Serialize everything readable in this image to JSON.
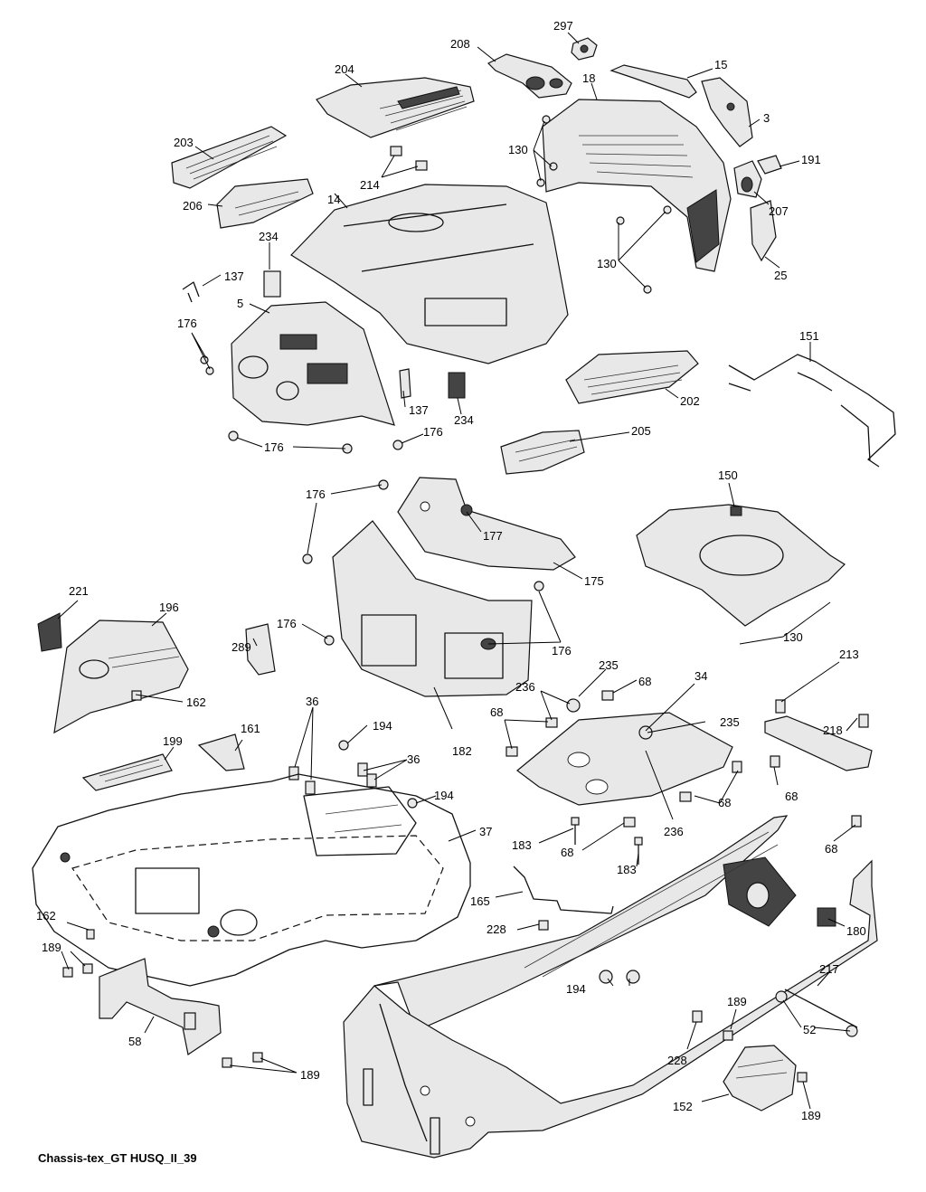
{
  "diagram": {
    "caption": "Chassis-tex_GT HUSQ_II_39"
  },
  "callouts": [
    {
      "id": "c297",
      "text": "297"
    },
    {
      "id": "c208",
      "text": "208"
    },
    {
      "id": "c204",
      "text": "204"
    },
    {
      "id": "c15",
      "text": "15"
    },
    {
      "id": "c18",
      "text": "18"
    },
    {
      "id": "c3",
      "text": "3"
    },
    {
      "id": "c203",
      "text": "203"
    },
    {
      "id": "c130a",
      "text": "130"
    },
    {
      "id": "c214",
      "text": "214"
    },
    {
      "id": "c191",
      "text": "191"
    },
    {
      "id": "c207",
      "text": "207"
    },
    {
      "id": "c14",
      "text": "14"
    },
    {
      "id": "c206",
      "text": "206"
    },
    {
      "id": "c234a",
      "text": "234"
    },
    {
      "id": "c130b",
      "text": "130"
    },
    {
      "id": "c25",
      "text": "25"
    },
    {
      "id": "c137a",
      "text": "137"
    },
    {
      "id": "c5",
      "text": "5"
    },
    {
      "id": "c151",
      "text": "151"
    },
    {
      "id": "c176a",
      "text": "176"
    },
    {
      "id": "c137b",
      "text": "137"
    },
    {
      "id": "c234b",
      "text": "234"
    },
    {
      "id": "c202",
      "text": "202"
    },
    {
      "id": "c176b",
      "text": "176"
    },
    {
      "id": "c176c",
      "text": "176"
    },
    {
      "id": "c205",
      "text": "205"
    },
    {
      "id": "c150",
      "text": "150"
    },
    {
      "id": "c176d",
      "text": "176"
    },
    {
      "id": "c177",
      "text": "177"
    },
    {
      "id": "c175",
      "text": "175"
    },
    {
      "id": "c221",
      "text": "221"
    },
    {
      "id": "c196",
      "text": "196"
    },
    {
      "id": "c176e",
      "text": "176"
    },
    {
      "id": "c130c",
      "text": "130"
    },
    {
      "id": "c289",
      "text": "289"
    },
    {
      "id": "c176f",
      "text": "176"
    },
    {
      "id": "c162a",
      "text": "162"
    },
    {
      "id": "c235a",
      "text": "235"
    },
    {
      "id": "c68a",
      "text": "68"
    },
    {
      "id": "c34",
      "text": "34"
    },
    {
      "id": "c213",
      "text": "213"
    },
    {
      "id": "c236a",
      "text": "236"
    },
    {
      "id": "c36a",
      "text": "36"
    },
    {
      "id": "c182",
      "text": "182"
    },
    {
      "id": "c235b",
      "text": "235"
    },
    {
      "id": "c68b",
      "text": "68"
    },
    {
      "id": "c218",
      "text": "218"
    },
    {
      "id": "c161",
      "text": "161"
    },
    {
      "id": "c194a",
      "text": "194"
    },
    {
      "id": "c199",
      "text": "199"
    },
    {
      "id": "c36b",
      "text": "36"
    },
    {
      "id": "c68c",
      "text": "68"
    },
    {
      "id": "c68d",
      "text": "68"
    },
    {
      "id": "c194b",
      "text": "194"
    },
    {
      "id": "c37",
      "text": "37"
    },
    {
      "id": "c236b",
      "text": "236"
    },
    {
      "id": "c183a",
      "text": "183"
    },
    {
      "id": "c68e",
      "text": "68"
    },
    {
      "id": "c68f",
      "text": "68"
    },
    {
      "id": "c183b",
      "text": "183"
    },
    {
      "id": "c165",
      "text": "165"
    },
    {
      "id": "c162b",
      "text": "162"
    },
    {
      "id": "c228a",
      "text": "228"
    },
    {
      "id": "c180",
      "text": "180"
    },
    {
      "id": "c189a",
      "text": "189"
    },
    {
      "id": "c194c",
      "text": "194"
    },
    {
      "id": "c217",
      "text": "217"
    },
    {
      "id": "c189b",
      "text": "189"
    },
    {
      "id": "c52",
      "text": "52"
    },
    {
      "id": "c58",
      "text": "58"
    },
    {
      "id": "c228b",
      "text": "228"
    },
    {
      "id": "c189c",
      "text": "189"
    },
    {
      "id": "c152",
      "text": "152"
    },
    {
      "id": "c189d",
      "text": "189"
    }
  ]
}
